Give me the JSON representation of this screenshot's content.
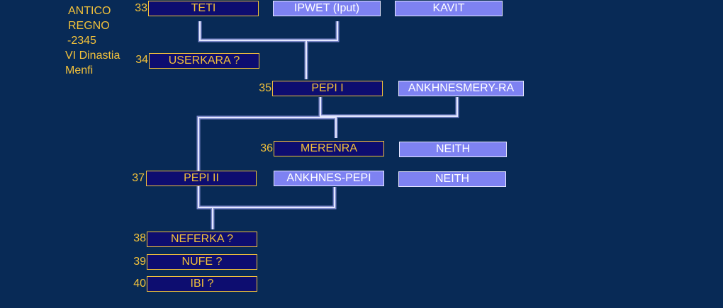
{
  "side_text": {
    "line1": "ANTICO",
    "line2": "REGNO",
    "line3": "-2345",
    "line4": "VI Dinastia",
    "line5": "Menfi"
  },
  "numbers": {
    "n33": "33",
    "n34": "34",
    "n35": "35",
    "n36": "36",
    "n37": "37",
    "n38": "38",
    "n39": "39",
    "n40": "40"
  },
  "rulers": {
    "teti": "TETI",
    "userkara": "USERKARA ?",
    "pepi1": "PEPI  I",
    "merenra": "MERENRA",
    "pepi2": "PEPI  II",
    "neferka": "NEFERKA ?",
    "nufe": "NUFE ?",
    "ibi": "IBI ?"
  },
  "consorts": {
    "ipwet": "IPWET (Iput)",
    "kavit": "KAVIT",
    "ankhnesmery": "ANKHNESMERY-RA",
    "neith1": "NEITH",
    "ankhnespepi": "ANKHNES-PEPI",
    "neith2": "NEITH"
  },
  "colors": {
    "background": "#082a56",
    "ruler_fill": "#0d0d70",
    "ruler_text": "#f2c13b",
    "consort_fill": "#7e82f2",
    "consort_text": "#ffffff",
    "line": "#dfe3ff"
  }
}
